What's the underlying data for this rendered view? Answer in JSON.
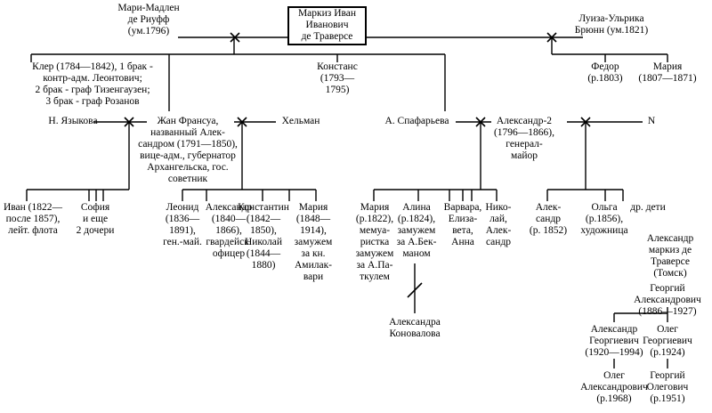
{
  "root": "Маркиз Иван\nИванович\nде Траверсе",
  "spouse_left": "Мари-Мадлен\nде Риуфф\n(ум.1796)",
  "spouse_right": "Луиза-Ульрика\nБрюнн (ум.1821)",
  "claire": "Клер (1784—1842), 1 брак -\nконтр-адм. Леонтович;\n2 брак - граф Тизенгаузен;\n3 брак - граф Розанов",
  "constance": "Констанс\n(1793—1795)",
  "fedor": "Федор\n(р.1803)",
  "maria_f": "Мария\n(1807—1871)",
  "yazykova": "Н. Языкова",
  "jean_francois": "Жан Франсуа,\nназванный Алек-\nсандром (1791—1850),\nвице-адм., губернатор\nАрхангельска, гос.\nсоветник",
  "helman": "Хельман",
  "spafarieva": "А. Спафарьева",
  "alexander2": "Александр-2\n(1796—1866),\nгенерал-\nмайор",
  "n": "N",
  "ivan": "Иван (1822—\nпосле 1857),\nлейт. флота",
  "sofia": "София\nи еще\n2 дочери",
  "leonid": "Леонид\n(1836—\n1891),\nген.-май.",
  "alexander_g": "Александр\n(1840—\n1866),\nгвардейск.\nофицер",
  "konstantin": "Константин\n(1842—\n1850),\nНиколай\n(1844—\n1880)",
  "maria_a": "Мария\n(1848—\n1914),\nзамужем\nза кн.\nАмилак-\nвари",
  "maria_m": "Мария\n(р.1822),\nмемуа-\nристка\nзамужем\nза А.Па-\nткулем",
  "alina": "Алина\n(р.1824),\nзамужем\nза А.Бек-\nманом",
  "varvara": "Варвара,\nЕлиза-\nвета,\nАнна",
  "nikolai": "Нико-\nлай,\nАлек-\nсандр",
  "alexander_n": "Алек-\nсандр\n(р. 1852)",
  "olga": "Ольга\n(р.1856),\nхудожница",
  "other": "др. дети",
  "konovalova": "Александра\nКоновалова",
  "tomsk": "Александр\nмаркиз де\nТраверсе\n(Томск)",
  "georgy": "Георгий\nАлександрович\n(1886—1927)",
  "alexander_geo": "Александр\nГеоргиевич\n(1920—1994)",
  "oleg_geo": "Олег\nГеоргиевич\n(р.1924)",
  "oleg_al": "Олег\nАлександрович\n(р.1968)",
  "georgy_ol": "Георгий\nОлегович\n(р.1951)"
}
